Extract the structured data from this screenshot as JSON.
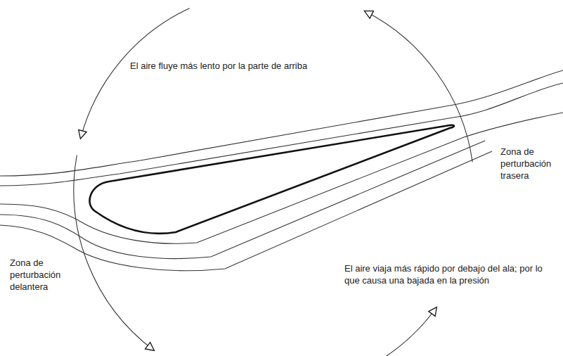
{
  "diagram": {
    "labels": [
      "El aire fluye más lento por la parte de arriba",
      "Zona de perturbación trasera",
      "Zona de perturbación delantera",
      "El aire viaja más rápido por debajo del ala; por lo que causa una bajada en la presión"
    ]
  }
}
